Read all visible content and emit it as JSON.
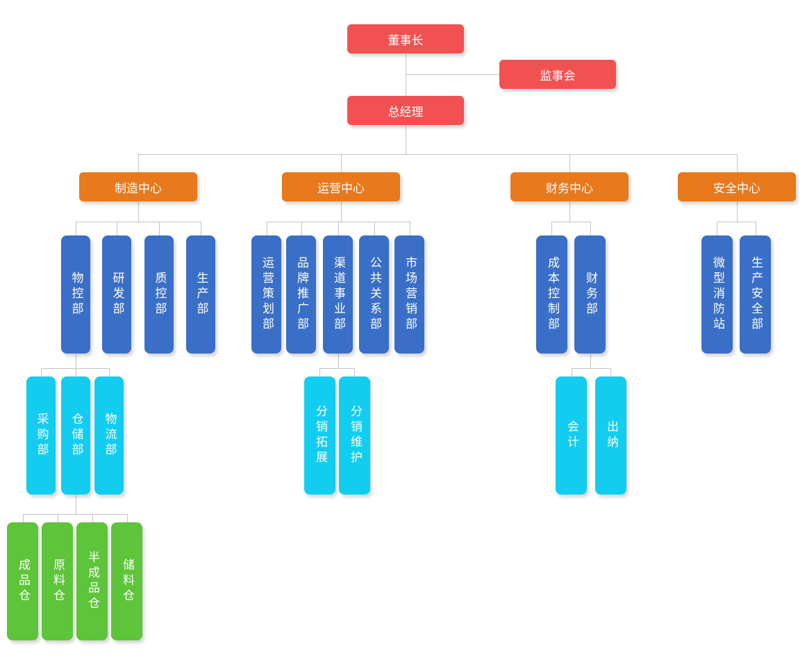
{
  "palette": {
    "executive_red": "#f25152",
    "center_orange": "#e8791d",
    "department_blue": "#3a6fc7",
    "sub_department_cyan": "#13cdf0",
    "warehouse_green": "#5ec439",
    "connector_gray": "#c3c3c3",
    "text_color": "#ffffff",
    "background": "#ffffff"
  },
  "org": {
    "chairman": {
      "label": "董事长"
    },
    "supervisory_board": {
      "label": "监事会"
    },
    "general_manager": {
      "label": "总经理"
    },
    "centers": [
      {
        "label": "制造中心",
        "departments": [
          {
            "label": "物控部",
            "children": [
              {
                "label": "采购部"
              },
              {
                "label": "仓储部",
                "children": [
                  {
                    "label": "成品仓"
                  },
                  {
                    "label": "原料仓"
                  },
                  {
                    "label": "半成品仓"
                  },
                  {
                    "label": "储料仓"
                  }
                ]
              },
              {
                "label": "物流部"
              }
            ]
          },
          {
            "label": "研发部"
          },
          {
            "label": "质控部"
          },
          {
            "label": "生产部"
          }
        ]
      },
      {
        "label": "运营中心",
        "departments": [
          {
            "label": "运营策划部"
          },
          {
            "label": "品牌推广部"
          },
          {
            "label": "渠道事业部",
            "children": [
              {
                "label": "分销拓展"
              },
              {
                "label": "分销维护"
              }
            ]
          },
          {
            "label": "公共关系部"
          },
          {
            "label": "市场营销部"
          }
        ]
      },
      {
        "label": "财务中心",
        "departments": [
          {
            "label": "成本控制部"
          },
          {
            "label": "财务部",
            "children": [
              {
                "label": "会计"
              },
              {
                "label": "出纳"
              }
            ]
          }
        ]
      },
      {
        "label": "安全中心",
        "departments": [
          {
            "label": "微型消防站"
          },
          {
            "label": "生产安全部"
          }
        ]
      }
    ]
  }
}
